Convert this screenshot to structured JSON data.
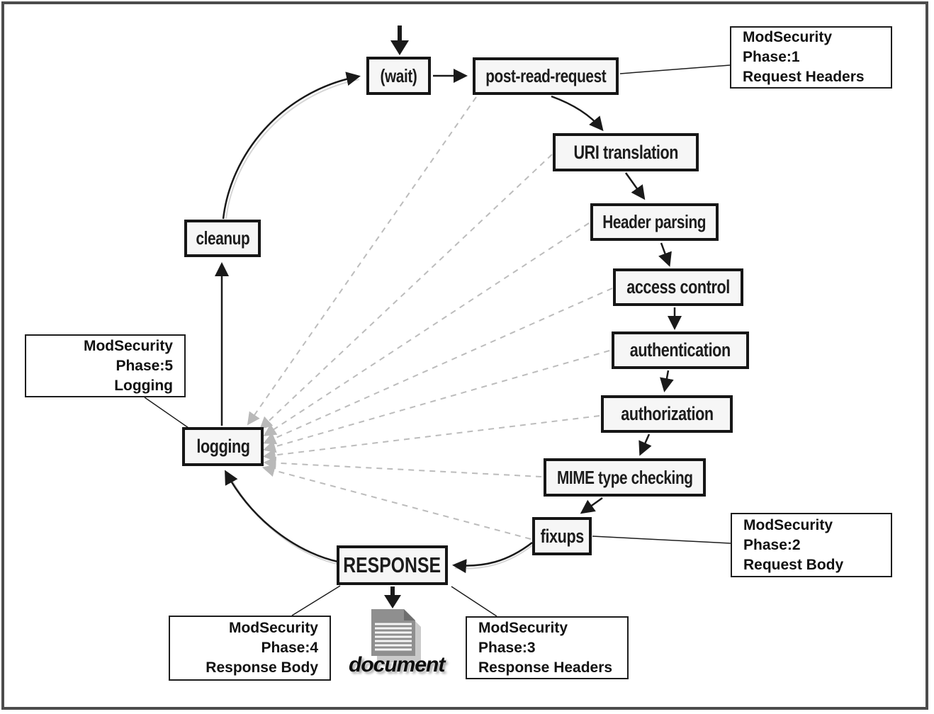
{
  "nodes": {
    "wait": "(wait)",
    "post_read_request": "post-read-request",
    "uri_translation": "URI translation",
    "header_parsing": "Header parsing",
    "access_control": "access control",
    "authentication": "authentication",
    "authorization": "authorization",
    "mime_type_checking": "MIME type checking",
    "fixups": "fixups",
    "response": "RESPONSE",
    "logging": "logging",
    "cleanup": "cleanup"
  },
  "callouts": {
    "phase1": {
      "title": "ModSecurity Phase:1",
      "subtitle": "Request Headers"
    },
    "phase2": {
      "title": "ModSecurity Phase:2",
      "subtitle": "Request Body"
    },
    "phase3": {
      "title": "ModSecurity Phase:3",
      "subtitle": "Response Headers"
    },
    "phase4": {
      "title": "ModSecurity Phase:4",
      "subtitle": "Response Body"
    },
    "phase5": {
      "title": "ModSecurity Phase:5",
      "subtitle": "Logging"
    }
  },
  "document_label": "document",
  "colors": {
    "frame_border": "#4c4c4c",
    "node_border": "#161616",
    "node_fill": "#f6f6f6",
    "solid_arrow": "#1a1a1a",
    "dashed_arrow": "#bcbcbc",
    "doc_page": "#8f8f8f",
    "doc_shadow": "#cacaca"
  }
}
